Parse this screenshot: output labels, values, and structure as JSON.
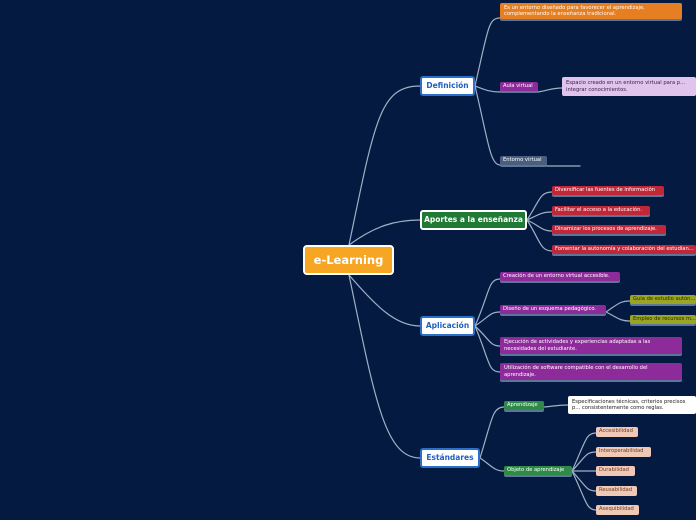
{
  "root": {
    "label": "e-Learning"
  },
  "definicion": {
    "label": "Definición",
    "desc": "Es un entorno diseñado para favorecer el aprendizaje, complementando la enseñanza tradicional.",
    "aula": "Aula virtual",
    "aula_desc": "Espacio creado en un entorno virtual para p... integrar conocimientos.",
    "entorno": "Entorno virtual"
  },
  "aportes": {
    "label": "Aportes a la enseñanza",
    "items": [
      "Diversificar las fuentes de información",
      "Facilitar el acceso a la educación.",
      "Dinamizar los procesos de aprendizaje.",
      "Fomentar la autonomía y colaboración del estudian..."
    ]
  },
  "aplicacion": {
    "label": "Aplicación",
    "items": [
      "Creación de un entorno virtual accesible.",
      "Diseño de un esquema pedagógico.",
      "Ejecución de actividades y experiencias adaptadas a las necesidades del estudiante.",
      "Utilización de software compatible con el desarrollo del aprendizaje."
    ],
    "sub": [
      "Guía de estudio autón...",
      "Empleo de recursos m..."
    ]
  },
  "estandares": {
    "label": "Estándares",
    "aprendizaje": "Aprendizaje",
    "aprendizaje_desc": "Especificaciones técnicas, criterios precisos p... consistentemente como reglas.",
    "objeto": "Objeto de aprendizaje",
    "objeto_items": [
      "Accesibilidad",
      "Interoperabilidad",
      "Durabilidad",
      "Reusabilidad",
      "Asequibilidad"
    ]
  },
  "colors": {
    "background": "#051a40",
    "root": "#f6a623",
    "link": "#9fb1c6"
  }
}
